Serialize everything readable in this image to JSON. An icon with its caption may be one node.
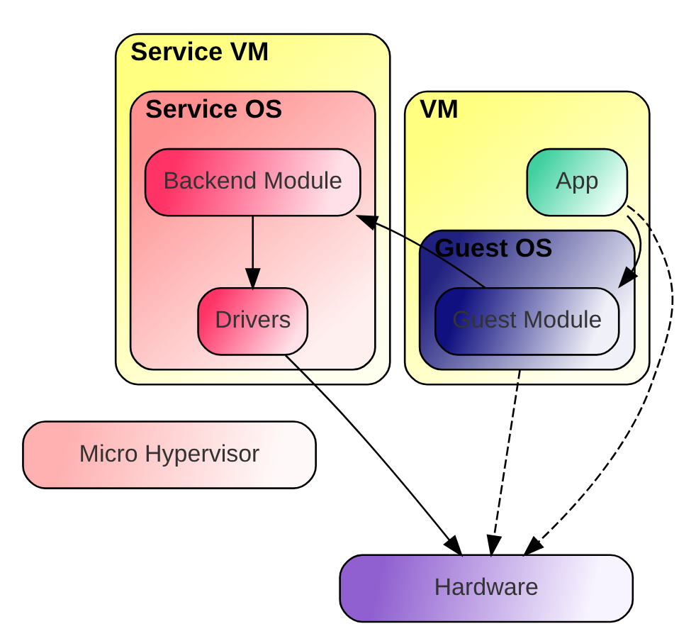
{
  "diagram": {
    "nodes": [
      {
        "text": [
          "Service VM"
        ]
      },
      {
        "text": [
          "Service OS"
        ],
        "in": 0
      },
      {
        "text": [
          "Backend Module"
        ],
        "in": 1
      },
      {
        "text": [
          "Drivers"
        ],
        "in": 1
      },
      {
        "text": [
          "VM"
        ]
      },
      {
        "text": [
          "App"
        ],
        "in": 4
      },
      {
        "text": [
          "Guest OS"
        ],
        "in": 4
      },
      {
        "text": [
          "Guest Module"
        ],
        "in": 6
      },
      {
        "text": [
          "Micro Hypervisor"
        ]
      },
      {
        "text": [
          "Hardware"
        ]
      }
    ],
    "edges": [
      {
        "from": 2,
        "to": 3,
        "arrow": "to"
      },
      {
        "from": 3,
        "to": 9,
        "arrow": "to"
      },
      {
        "from": 7,
        "to": 2,
        "arrow": "to"
      },
      {
        "from": 5,
        "to": 7,
        "arrow": "to"
      },
      {
        "from": 6,
        "to": 9,
        "arrow": "to",
        "style": "dashed"
      },
      {
        "from": 5,
        "to": 9,
        "arrow": "to",
        "style": "dashed"
      }
    ]
  }
}
